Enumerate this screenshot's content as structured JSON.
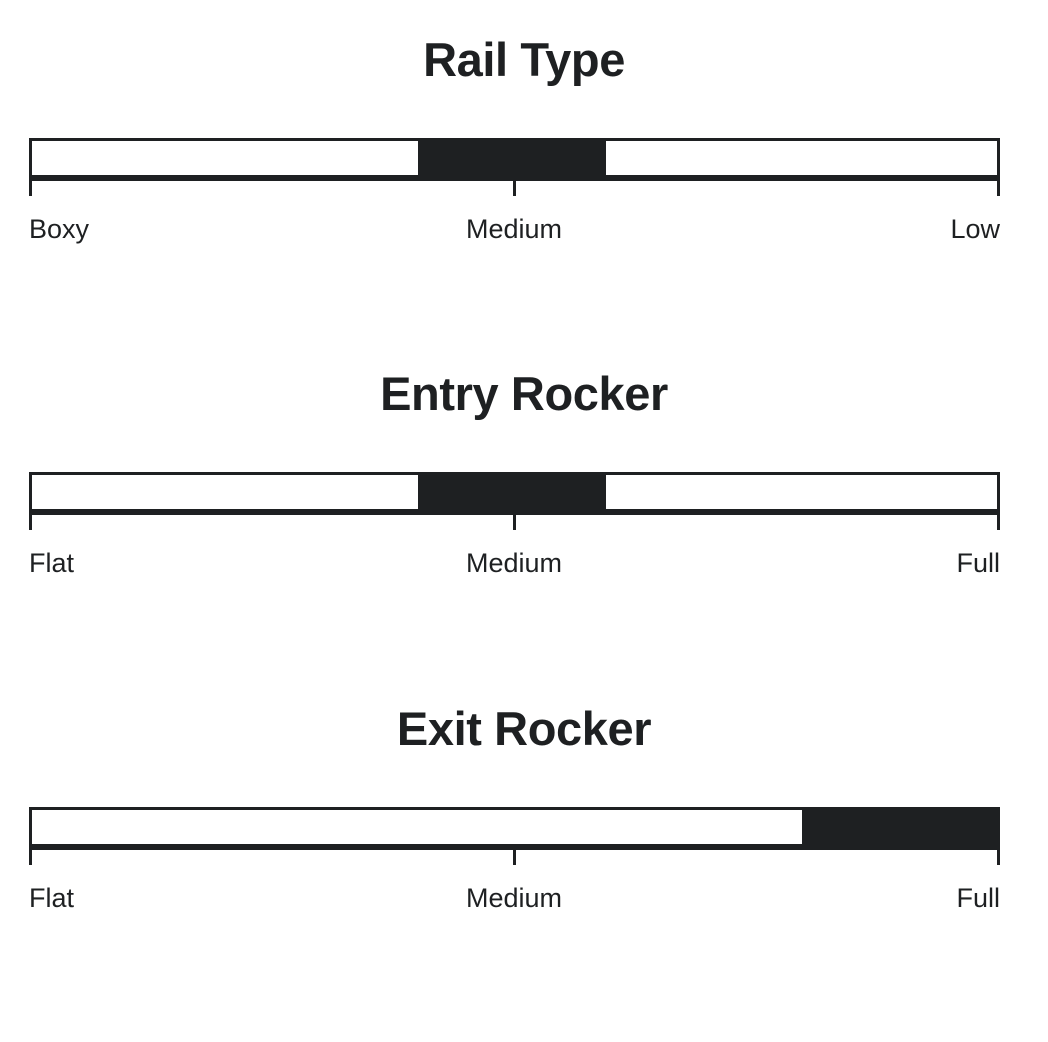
{
  "chart_data": [
    {
      "type": "bar",
      "title": "Rail Type",
      "xlabel": "",
      "ylabel": "",
      "orientation": "horizontal",
      "grid": false,
      "legend": null,
      "xlim": [
        0,
        100
      ],
      "tick_labels": [
        "Boxy",
        "Medium",
        "Low"
      ],
      "tick_positions": [
        0,
        50,
        100
      ],
      "categories": [
        "Rail Type"
      ],
      "segment_start_pct": 40,
      "segment_end_pct": 59.5,
      "values": [
        49.8
      ],
      "fill_color": "#1e2022",
      "track_color": "#ffffff",
      "border_color": "#1e2022"
    },
    {
      "type": "bar",
      "title": "Entry Rocker",
      "xlabel": "",
      "ylabel": "",
      "orientation": "horizontal",
      "grid": false,
      "legend": null,
      "xlim": [
        0,
        100
      ],
      "tick_labels": [
        "Flat",
        "Medium",
        "Full"
      ],
      "tick_positions": [
        0,
        50,
        100
      ],
      "categories": [
        "Entry Rocker"
      ],
      "segment_start_pct": 40,
      "segment_end_pct": 59.5,
      "values": [
        49.8
      ],
      "fill_color": "#1e2022",
      "track_color": "#ffffff",
      "border_color": "#1e2022"
    },
    {
      "type": "bar",
      "title": "Exit Rocker",
      "xlabel": "",
      "ylabel": "",
      "orientation": "horizontal",
      "grid": false,
      "legend": null,
      "xlim": [
        0,
        100
      ],
      "tick_labels": [
        "Flat",
        "Medium",
        "Full"
      ],
      "tick_positions": [
        0,
        50,
        100
      ],
      "categories": [
        "Exit Rocker"
      ],
      "segment_start_pct": 79.8,
      "segment_end_pct": 100,
      "values": [
        89.9
      ],
      "fill_color": "#1e2022",
      "track_color": "#ffffff",
      "border_color": "#1e2022"
    }
  ],
  "scales": [
    {
      "title": "Rail Type",
      "label_start": "Boxy",
      "label_mid": "Medium",
      "label_end": "Low"
    },
    {
      "title": "Entry Rocker",
      "label_start": "Flat",
      "label_mid": "Medium",
      "label_end": "Full"
    },
    {
      "title": "Exit Rocker",
      "label_start": "Flat",
      "label_mid": "Medium",
      "label_end": "Full"
    }
  ],
  "theme": {
    "ink": "#1e2022",
    "background": "#ffffff"
  }
}
